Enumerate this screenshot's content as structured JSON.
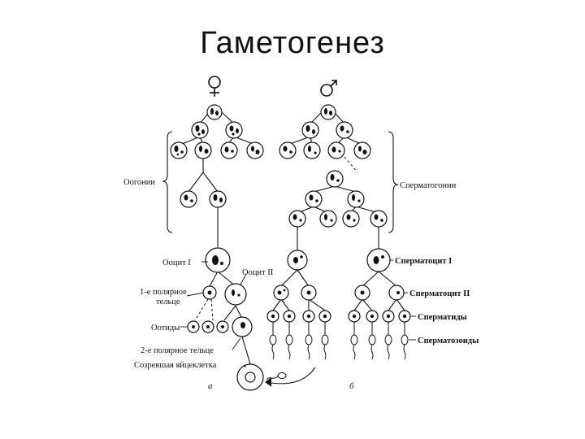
{
  "slide": {
    "title": "Гаметогенез"
  },
  "diagram": {
    "female_symbol": "♀",
    "male_symbol": "♂",
    "labels": {
      "oogonia": "Оогонии",
      "oocyte1": "Ооцит I",
      "oocyte2": "Ооцит II",
      "polar1_line1": "1-е полярное",
      "polar1_line2": "тельце",
      "ootids": "Оотиды",
      "polar2": "2-е полярное тельце",
      "mature_egg": "Созревшая яйцеклетка",
      "spermatogonia": "Сперматогонии",
      "spermatocyte1": "Сперматоцит I",
      "spermatocyte2": "Сперматоцит II",
      "spermatids": "Сперматиды",
      "spermatozoa": "Сперматозоиды",
      "panel_a": "а",
      "panel_b": "б"
    }
  }
}
